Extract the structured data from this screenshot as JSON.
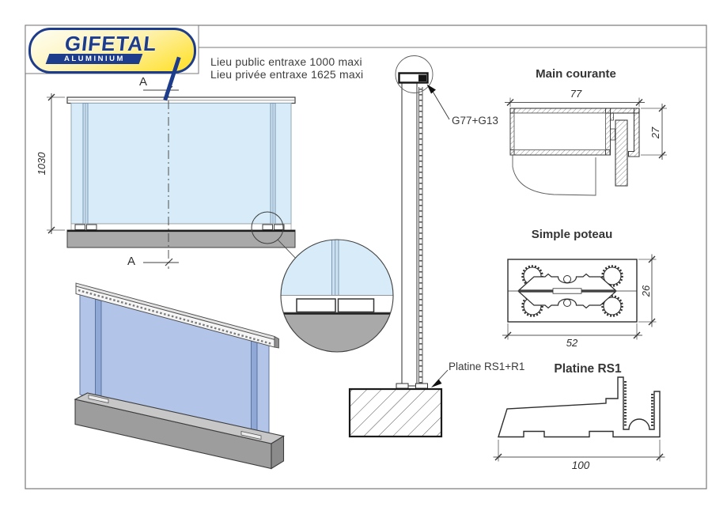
{
  "company": {
    "name": "GIFETAL",
    "tagline": "ALUMINIUM"
  },
  "notes": {
    "line1": "Lieu public entraxe 1000 maxi",
    "line2": "Lieu privée entraxe 1625 maxi"
  },
  "elevation": {
    "height_dim": "1030",
    "section_mark": "A"
  },
  "side_view": {
    "handrail_callout": "G77+G13",
    "baseplate_callout": "Platine RS1+R1"
  },
  "profiles": {
    "main_courante": {
      "title": "Main courante",
      "width_dim": "77",
      "height_dim": "27"
    },
    "simple_poteau": {
      "title": "Simple poteau",
      "width_dim": "52",
      "height_dim": "26"
    },
    "platine": {
      "title": "Platine RS1",
      "width_dim": "100"
    }
  },
  "colors": {
    "glass_elevation": "#d7ecf8",
    "glass_3d": "#b2c5e9",
    "concrete": "#a9a9a9",
    "logo_blue": "#1d3c8c",
    "logo_yellow": "#ffe33c",
    "line": "#3f3f3f"
  }
}
